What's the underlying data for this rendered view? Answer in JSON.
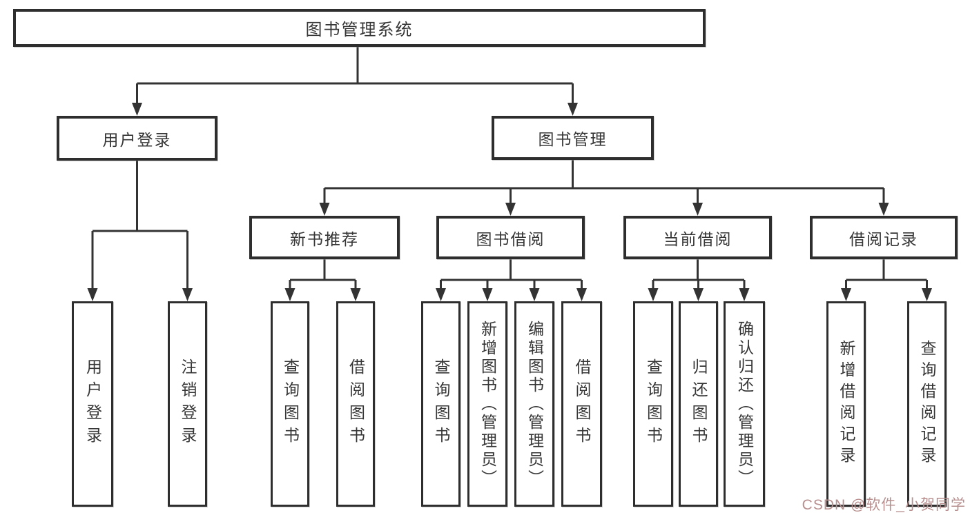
{
  "diagram": {
    "root": {
      "label": "图书管理系统"
    },
    "level2": [
      {
        "label": "用户登录"
      },
      {
        "label": "图书管理"
      }
    ],
    "level3": [
      {
        "label": "新书推荐"
      },
      {
        "label": "图书借阅"
      },
      {
        "label": "当前借阅"
      },
      {
        "label": "借阅记录"
      }
    ],
    "leaves": [
      {
        "label": "用户登录"
      },
      {
        "label": "注销登录"
      },
      {
        "label": "查询图书"
      },
      {
        "label": "借阅图书"
      },
      {
        "label": "查询图书"
      },
      {
        "label": "新增图书（管理员）"
      },
      {
        "label": "编辑图书（管理员）"
      },
      {
        "label": "借阅图书"
      },
      {
        "label": "查询图书"
      },
      {
        "label": "归还图书"
      },
      {
        "label": "确认归还（管理员）"
      },
      {
        "label": "新增借阅记录"
      },
      {
        "label": "查询借阅记录"
      }
    ]
  },
  "watermark": {
    "text": "CSDN @软件_小贺同学"
  },
  "colors": {
    "line": "#333333",
    "border": "#2e2e2e",
    "text": "#363636",
    "watermark": "#b88f8f",
    "background": "#ffffff"
  }
}
